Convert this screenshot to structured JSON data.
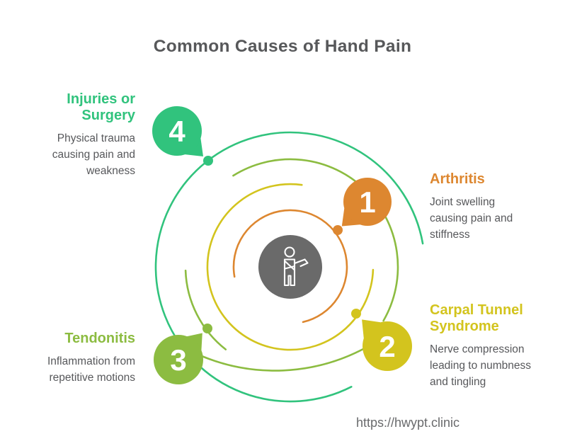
{
  "title": "Common Causes of Hand Pain",
  "items": [
    {
      "number": "1",
      "label": "Arthritis",
      "description": "Joint swelling causing pain and stiffness",
      "color": "#DD8730"
    },
    {
      "number": "2",
      "label": "Carpal Tunnel Syndrome",
      "description": "Nerve compression leading to numbness and tingling",
      "color": "#D3C41E"
    },
    {
      "number": "3",
      "label": "Tendonitis",
      "description": "Inflammation from repetitive motions",
      "color": "#8CBC41"
    },
    {
      "number": "4",
      "label": "Injuries or Surgery",
      "description": "Physical trauma causing pain and weakness",
      "color": "#31C37D"
    }
  ],
  "center_icon": "injured-person-icon",
  "footer": {
    "url": "https://hwypt.clinic"
  },
  "colors": {
    "center_circle": "#6A6A6A",
    "title_text": "#57585A",
    "body_text": "#57585B",
    "url_text": "#696A6C",
    "number_text": "#FFFFFF"
  }
}
